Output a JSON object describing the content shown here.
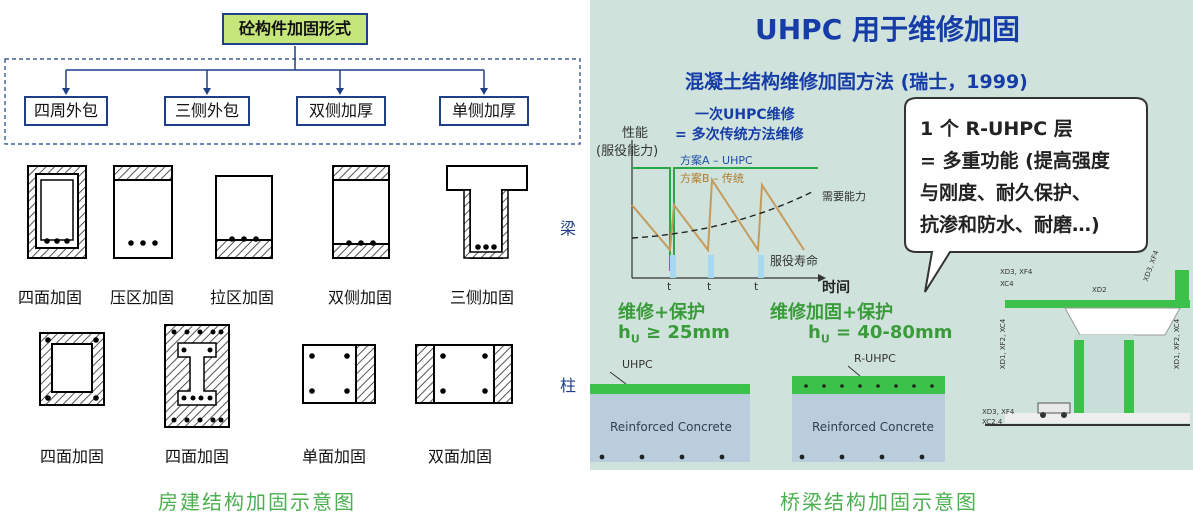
{
  "left": {
    "root_label": "砼构件加固形式",
    "branches": [
      "四周外包",
      "三侧外包",
      "双侧加厚",
      "单侧加厚"
    ],
    "row1_labels": [
      "四面加固",
      "压区加固",
      "拉区加固",
      "双侧加固",
      "三侧加固"
    ],
    "row2_labels": [
      "四面加固",
      "四面加固",
      "单面加固",
      "双面加固"
    ],
    "caption": "房建结构加固示意图"
  },
  "right": {
    "title": "UHPC 用于维修加固",
    "subtitle": "混凝土结构维修加固方法 (瑞士，1999)",
    "chart_note_line1": "一次UHPC维修",
    "chart_note_line2": "= 多次传统方法维修",
    "y_label_line1": "性能",
    "y_label_line2": "(服役能力)",
    "legend_a": "方案A – UHPC",
    "legend_b": "方案B – 传统",
    "demand_label": "需要能力",
    "service_life_label": "服役寿命",
    "x_label": "时间",
    "t0": "t",
    "t1": "t",
    "t2": "t",
    "bubble_line1": "1 个 R-UHPC 层",
    "bubble_line2": "= 多重功能 (提高强度",
    "bubble_line3": "与刚度、耐久保护、",
    "bubble_line4": "抗渗和防水、耐磨…)",
    "left_section_title": "维修+保护",
    "left_section_h": "h",
    "left_section_h_val": " ≥ 25mm",
    "right_section_title": "维修加固+保护",
    "right_section_h": "h",
    "right_section_h_val": " = 40-80mm",
    "layer_left": "UHPC",
    "layer_right": "R-UHPC",
    "rc_left": "Reinforced Concrete",
    "rc_right": "Reinforced Concrete",
    "bridge_tags": [
      "XD3, XF4",
      "XC4",
      "XD2",
      "XD3, XF4",
      "XD1, XF2, XC4",
      "XD1, XF2, XC4",
      "XD3, XF4",
      "XC2,4"
    ],
    "side_beam": "梁",
    "side_column": "柱",
    "caption": "桥梁结构加固示意图",
    "colors": {
      "bg": "#cfe3dc",
      "title": "#163da7",
      "green": "#3cc14a",
      "rc": "#b9cddc"
    }
  }
}
